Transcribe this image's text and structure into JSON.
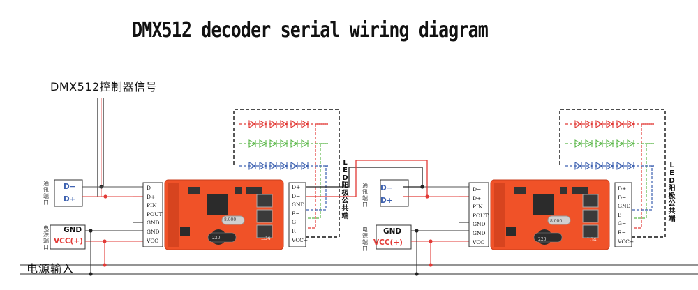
{
  "title": "DMX512 decoder serial wiring diagram",
  "controller_signal_label": "DMX512控制器信号",
  "power_input_label": "电源输入",
  "comm_port_label": "通讯端口",
  "power_port_label": "电源端口",
  "led_common_anode_label": "LED阳极公共端",
  "signal_terminal": {
    "minus": "D−",
    "plus": "D+"
  },
  "power_terminal": {
    "gnd": "GND",
    "vcc": "VCC(+)"
  },
  "decoder_input_pins": [
    "D−",
    "D+",
    "PIN",
    "POUT",
    "GND",
    "GND",
    "VCC"
  ],
  "decoder_output_pins": [
    "D+",
    "D−",
    "GND",
    "B−",
    "G−",
    "R−",
    "VCC+"
  ],
  "board_marks": {
    "model": "L04",
    "inductor": "220",
    "crystal": "8.000"
  },
  "colors": {
    "red": "#e23a36",
    "green": "#5cb84a",
    "blue": "#3d61b0",
    "board": "#f05228"
  }
}
